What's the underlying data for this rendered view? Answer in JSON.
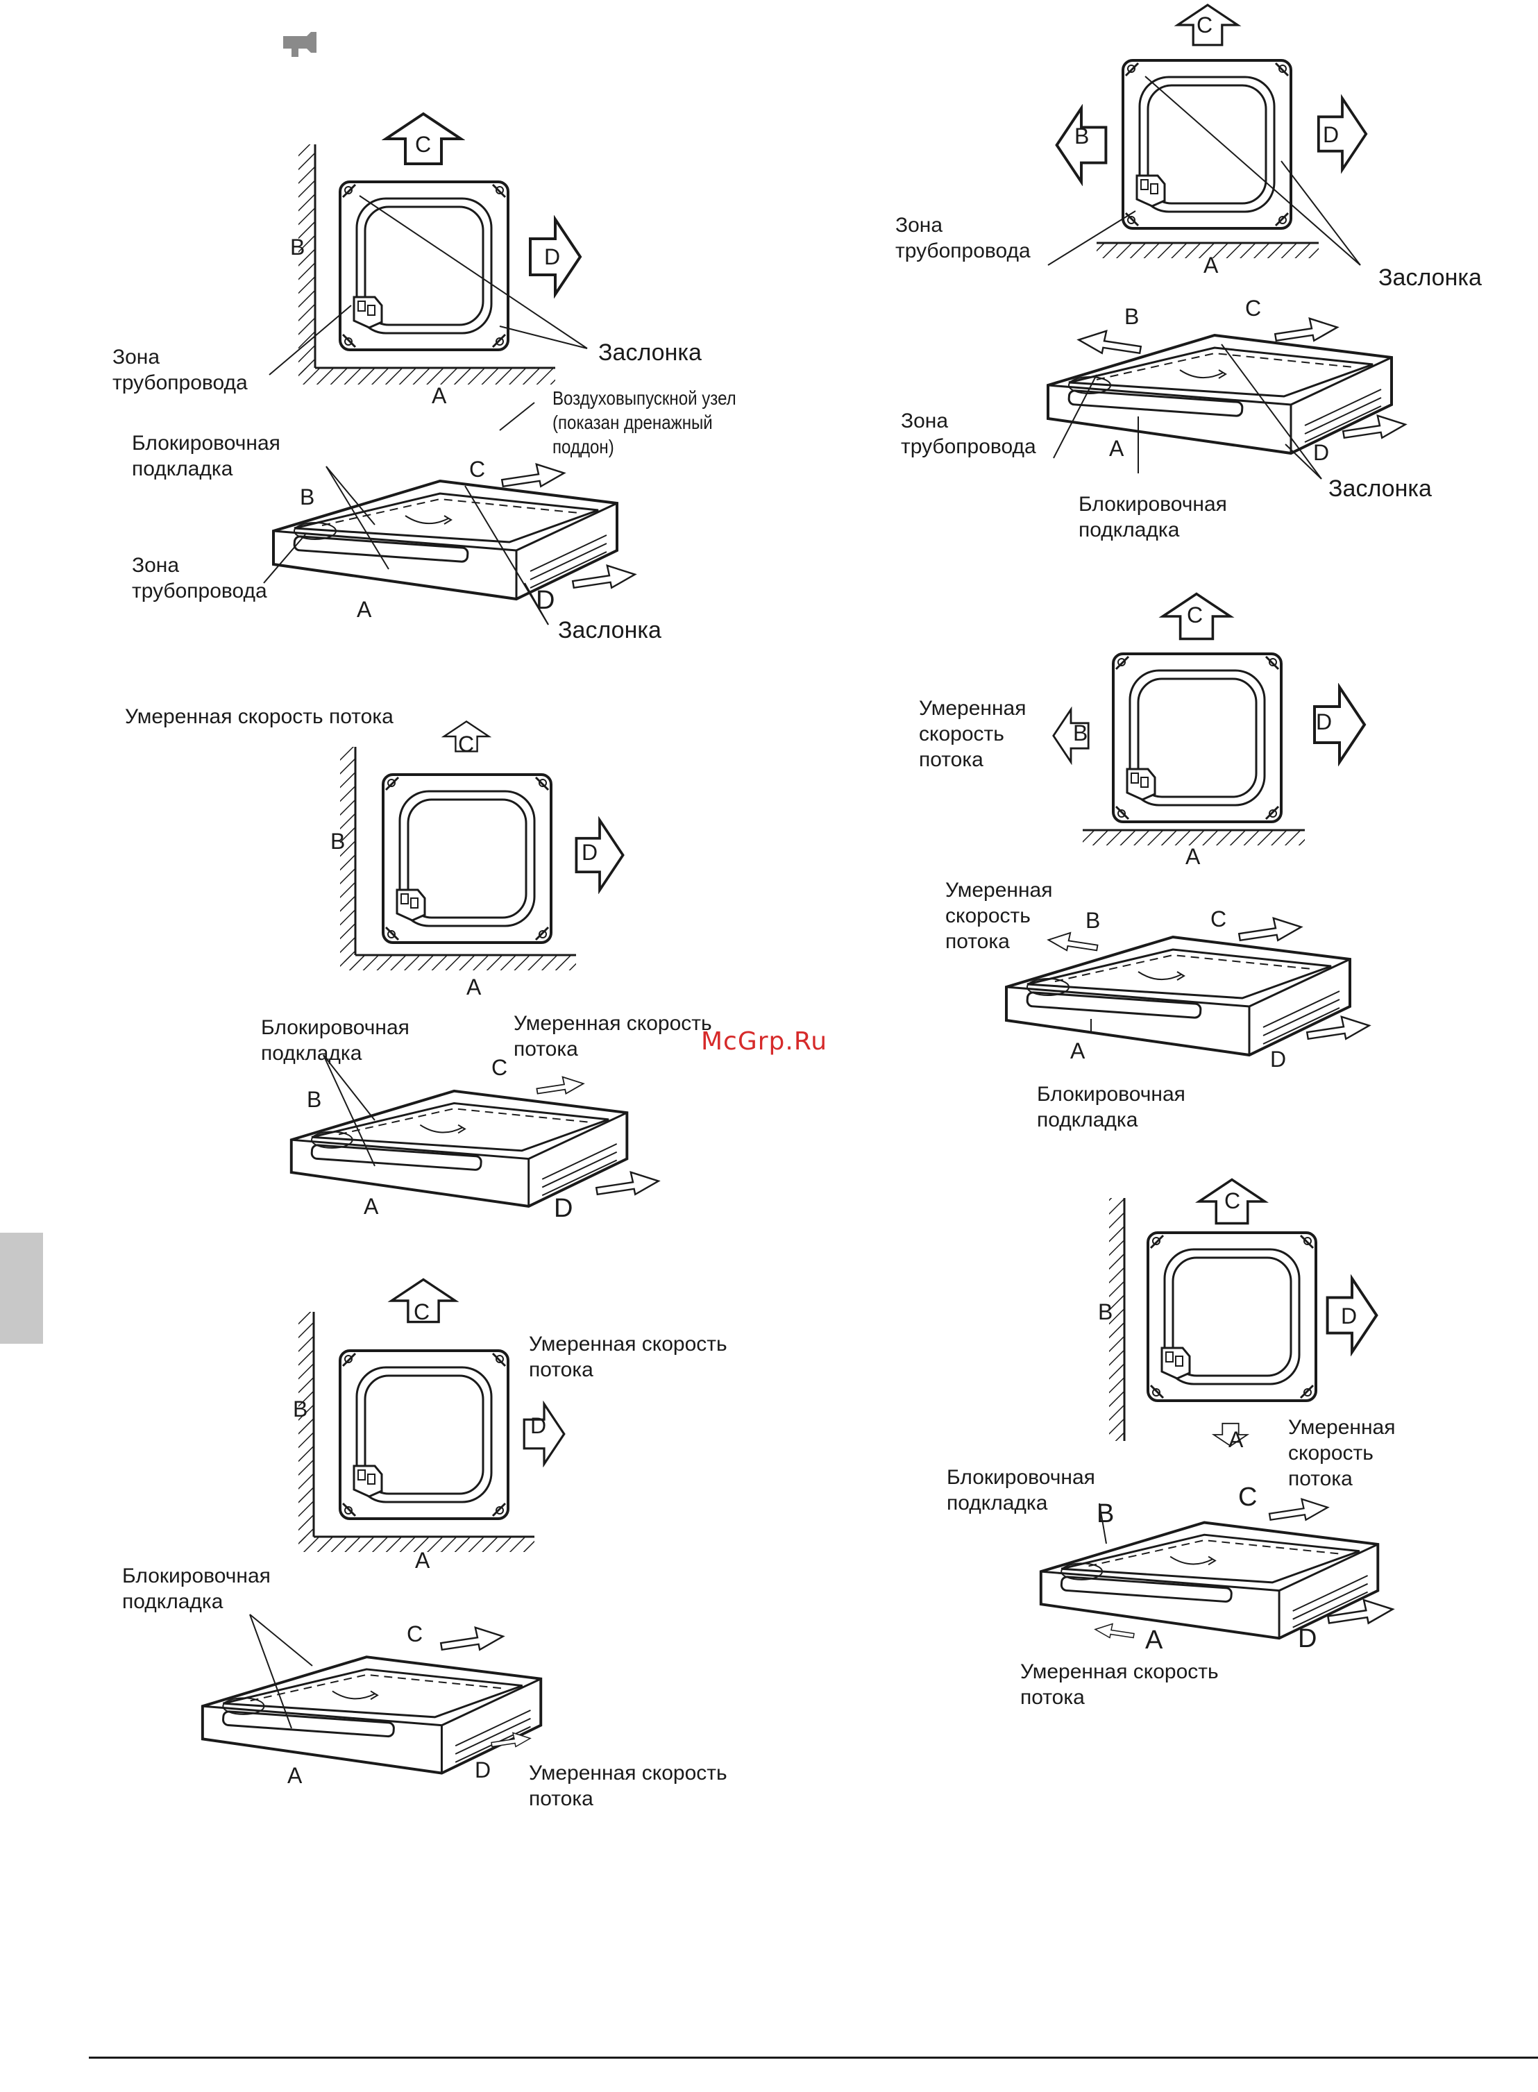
{
  "watermark": "McGrp.Ru",
  "letters": {
    "a": "A",
    "b": "B",
    "c": "C",
    "d": "D"
  },
  "labels": {
    "pipe_zone": "Зона\nтрубопровода",
    "damper": "Заслонка",
    "outlet_unit": "Воздуховыпускной узел\n(показан дренажный\nподдон)",
    "blocking_pad": "Блокировочная\nподкладка",
    "moderate_flow_line": "Умеренная скорость потока",
    "moderate_flow_two": "Умеренная скорость\nпотока",
    "moderate_flow_three": "Умеренная\nскорость\nпотока"
  },
  "icons": [
    "hand-pointer-icon"
  ]
}
